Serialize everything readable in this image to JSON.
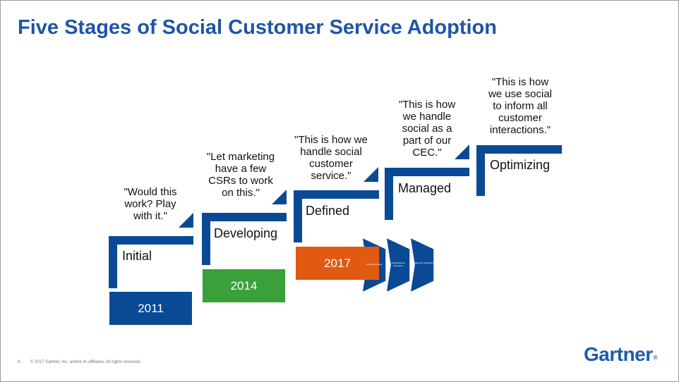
{
  "slide": {
    "title": "Five Stages of Social Customer Service Adoption",
    "page_number": "8",
    "copyright": "© 2017 Gartner, Inc. and/or its affiliates. All rights reserved.",
    "logo": "Gartner",
    "logo_mark": "®"
  },
  "colors": {
    "title": "#1f55a6",
    "stair_blue": "#0a4a95",
    "year_2011": "#0a4a95",
    "year_2014": "#3aa03a",
    "year_2017": "#e05a12",
    "chevrons": "#0a4a95"
  },
  "stages": [
    {
      "label": "Initial",
      "quote": "\"Would this\nwork? Play\nwith it.\""
    },
    {
      "label": "Developing",
      "quote": "\"Let marketing\nhave a few\nCSRs to work\non this.\""
    },
    {
      "label": "Defined",
      "quote": "\"This is how we\nhandle social\ncustomer\nservice.\""
    },
    {
      "label": "Managed",
      "quote": "\"This is how\nwe handle\nsocial as a\npart of our\nCEC.\""
    },
    {
      "label": "Optimizing",
      "quote": "\"This is how\nwe use social\nto inform all\ncustomer\ninteractions.\""
    }
  ],
  "years": [
    {
      "label": "2011"
    },
    {
      "label": "2014"
    },
    {
      "label": "2017"
    }
  ],
  "chevrons": [
    {
      "label": "Messaging Apps"
    },
    {
      "label": "Organizational Integration"
    },
    {
      "label": "Engagement Integration"
    }
  ]
}
